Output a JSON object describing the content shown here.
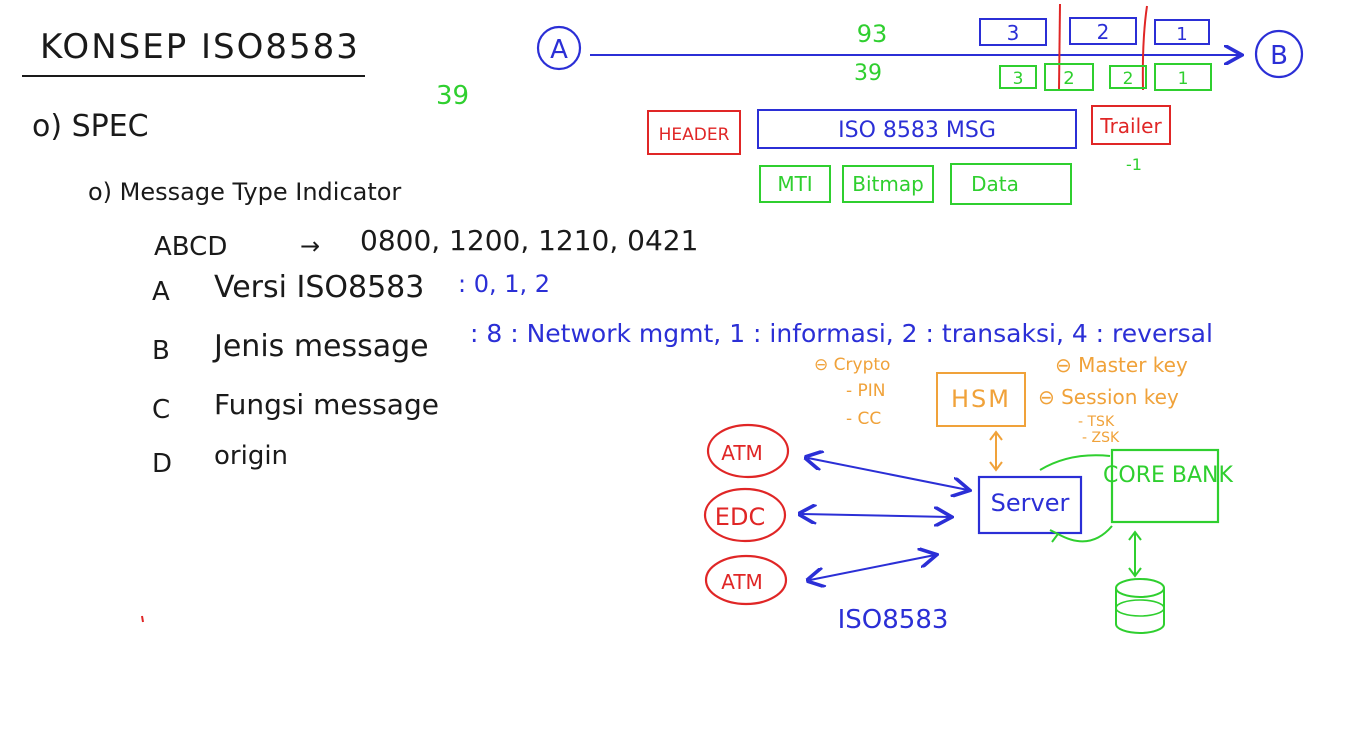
{
  "title": "KONSEP ISO8583",
  "outline": {
    "section": "o) SPEC",
    "subsection": "o) Message Type Indicator",
    "mti_example_code": "ABCD",
    "mti_example_arrow": "→",
    "mti_example_values": "0800, 1200, 1210, 0421",
    "rows": [
      {
        "key": "A",
        "label": "Versi ISO8583",
        "value": ": 0, 1, 2"
      },
      {
        "key": "B",
        "label": "Jenis message",
        "value": ": 8 : Network mgmt, 1 : informasi, 2 : transaksi, 4 : reversal"
      },
      {
        "key": "C",
        "label": "Fungsi message",
        "value": ""
      },
      {
        "key": "D",
        "label": "origin",
        "value": ""
      }
    ]
  },
  "stray_number": "39",
  "flow": {
    "node_a": "A",
    "node_b": "B",
    "label_top": "93",
    "label_bottom": "39",
    "upper_packets": [
      "3",
      "2",
      "1"
    ],
    "lower_packets": [
      "3",
      "2",
      "2",
      "1"
    ]
  },
  "message_structure": {
    "header": "HEADER",
    "body": "ISO 8583 MSG",
    "trailer": "Trailer",
    "trailer_note": "-1",
    "parts": [
      "MTI",
      "Bitmap",
      "Data"
    ]
  },
  "network": {
    "terminals": [
      "ATM",
      "EDC",
      "ATM"
    ],
    "server": "Server",
    "hsm": "HSM",
    "core_bank": "CORE BANK",
    "protocol_label": "ISO8583",
    "hsm_left_notes": [
      "⊖ Crypto",
      "- PIN",
      "- CC"
    ],
    "hsm_right_notes": [
      "⊖ Master key",
      "⊖ Session key",
      "- TSK",
      "- ZSK"
    ]
  },
  "colors": {
    "ink_black": "#1a1a1a",
    "ink_blue": "#2b2fd6",
    "ink_green": "#2fcf2f",
    "ink_red": "#e02626",
    "ink_orange": "#f0a23a"
  }
}
